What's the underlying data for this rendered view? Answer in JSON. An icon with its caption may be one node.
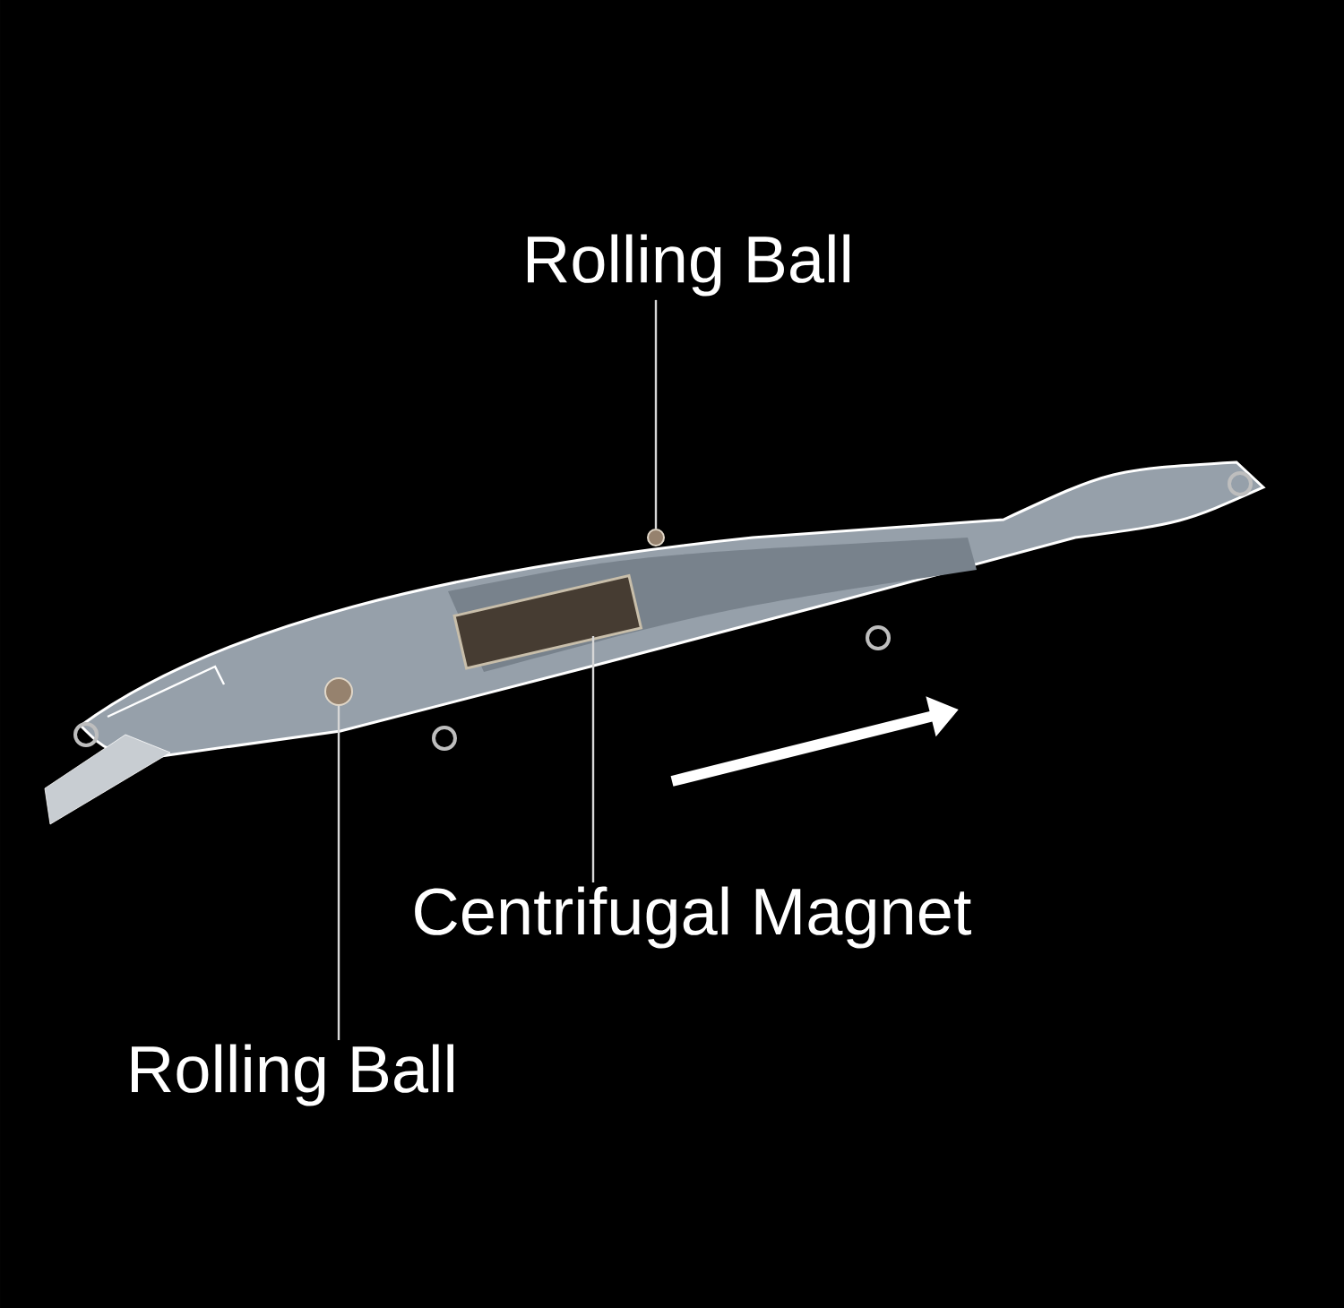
{
  "diagram": {
    "nodes": [
      {
        "text": [
          "Rolling Ball"
        ]
      },
      {
        "text": [],
        "shape": "circle"
      },
      {
        "text": [
          "Centrifugal Magnet"
        ]
      },
      {
        "text": [],
        "shape": "cylinder"
      },
      {
        "text": [
          "Rolling Ball"
        ]
      },
      {
        "text": [],
        "shape": "circle"
      }
    ],
    "edges": [
      {
        "from": 0,
        "to": 1,
        "arrow": "none"
      },
      {
        "from": 2,
        "to": 3,
        "arrow": "none"
      },
      {
        "from": 4,
        "to": 5,
        "arrow": "none"
      }
    ]
  }
}
